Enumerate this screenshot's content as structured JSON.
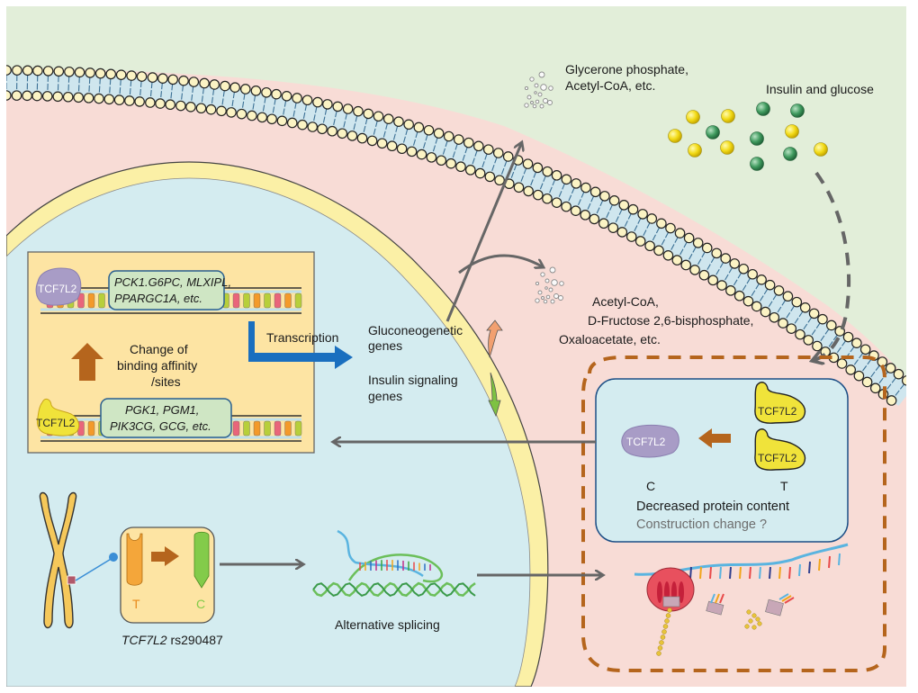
{
  "figure": {
    "extracellular": {
      "metabolites_out_label": [
        "Glycerone phosphate,",
        "Acetyl-CoA, etc."
      ],
      "insulin_glucose_label": "Insulin and glucose"
    },
    "cytoplasm": {
      "metabolites_in_label": [
        "Acetyl-CoA,",
        "D-Fructose 2,6-bisphosphate,",
        "Oxaloacetate, etc."
      ]
    },
    "nucleus": {
      "binding_box": {
        "top_protein": "TCF7L2",
        "top_genes": [
          "PCK1.G6PC, MLXIPL,",
          "PPARGC1A, etc."
        ],
        "change_label": [
          "Change of",
          "binding affinity",
          "/sites"
        ],
        "bottom_protein": "TCF7L2",
        "bottom_genes": [
          "PGK1, PGM1,",
          "PIK3CG, GCG, etc."
        ]
      },
      "transcription_label": "Transcription",
      "gluconeogenetic_label": [
        "Gluconeogenetic",
        "genes"
      ],
      "gluconeogenetic_direction": "up",
      "insulin_signaling_label": [
        "Insulin signaling",
        "genes"
      ],
      "insulin_signaling_direction": "down",
      "snp_box": {
        "allele_from": "T",
        "allele_to": "C"
      },
      "snp_label_gene": "TCF7L2",
      "snp_label_id": " rs290487",
      "splicing_label": "Alternative splicing"
    },
    "protein_box": {
      "protein_c": "TCF7L2",
      "protein_t1": "TCF7L2",
      "protein_t2": "TCF7L2",
      "allele_c": "C",
      "allele_t": "T",
      "effect_label": "Decreased protein content",
      "question_label": "Construction change ?"
    },
    "colors": {
      "extracellular_bg": "#e2eed9",
      "cytoplasm_bg": "#f8dcd6",
      "nucleus_bg": "#d4ecf0",
      "nuclear_envelope": "#fbf0a6",
      "membrane_head": "#fbf3c4",
      "membrane_core": "#cfe6ee",
      "binding_box_bg": "#fde4a3",
      "gene_box_bg": "#cfe6c4",
      "transcription_arrow": "#1a6fbf",
      "brown_accent": "#b5651d",
      "gray_arrow": "#666666",
      "insulin_yellow": "#f3dc1a",
      "glucose_green": "#3f9a5e",
      "tcf_c_purple": "#a89cc6",
      "tcf_t_yellow": "#f0e33a",
      "up_arrow": "#f2a070",
      "down_arrow": "#7ec242"
    }
  }
}
